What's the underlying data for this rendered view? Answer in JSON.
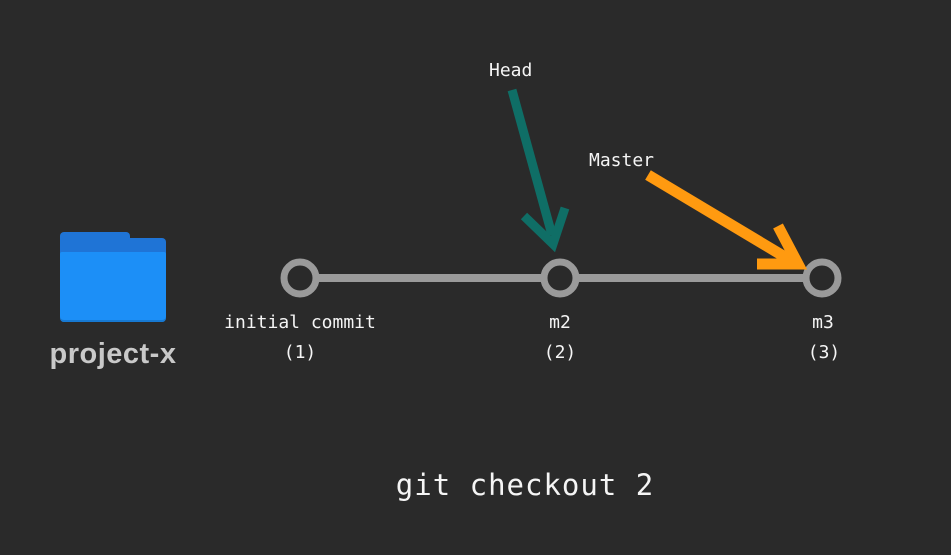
{
  "folder": {
    "label": "project-x",
    "icon": "folder-icon",
    "color": "#1c8ff7"
  },
  "commits": [
    {
      "message": "initial commit",
      "id": "(1)"
    },
    {
      "message": "m2",
      "id": "(2)"
    },
    {
      "message": "m3",
      "id": "(3)"
    }
  ],
  "pointers": {
    "head": {
      "label": "Head",
      "target": "(2)",
      "color": "#0f6e66"
    },
    "master": {
      "label": "Master",
      "target": "(3)",
      "color": "#ff9a10"
    }
  },
  "command": "git checkout 2",
  "colors": {
    "background": "#2a2a2a",
    "timeline": "#9a9a9a"
  }
}
